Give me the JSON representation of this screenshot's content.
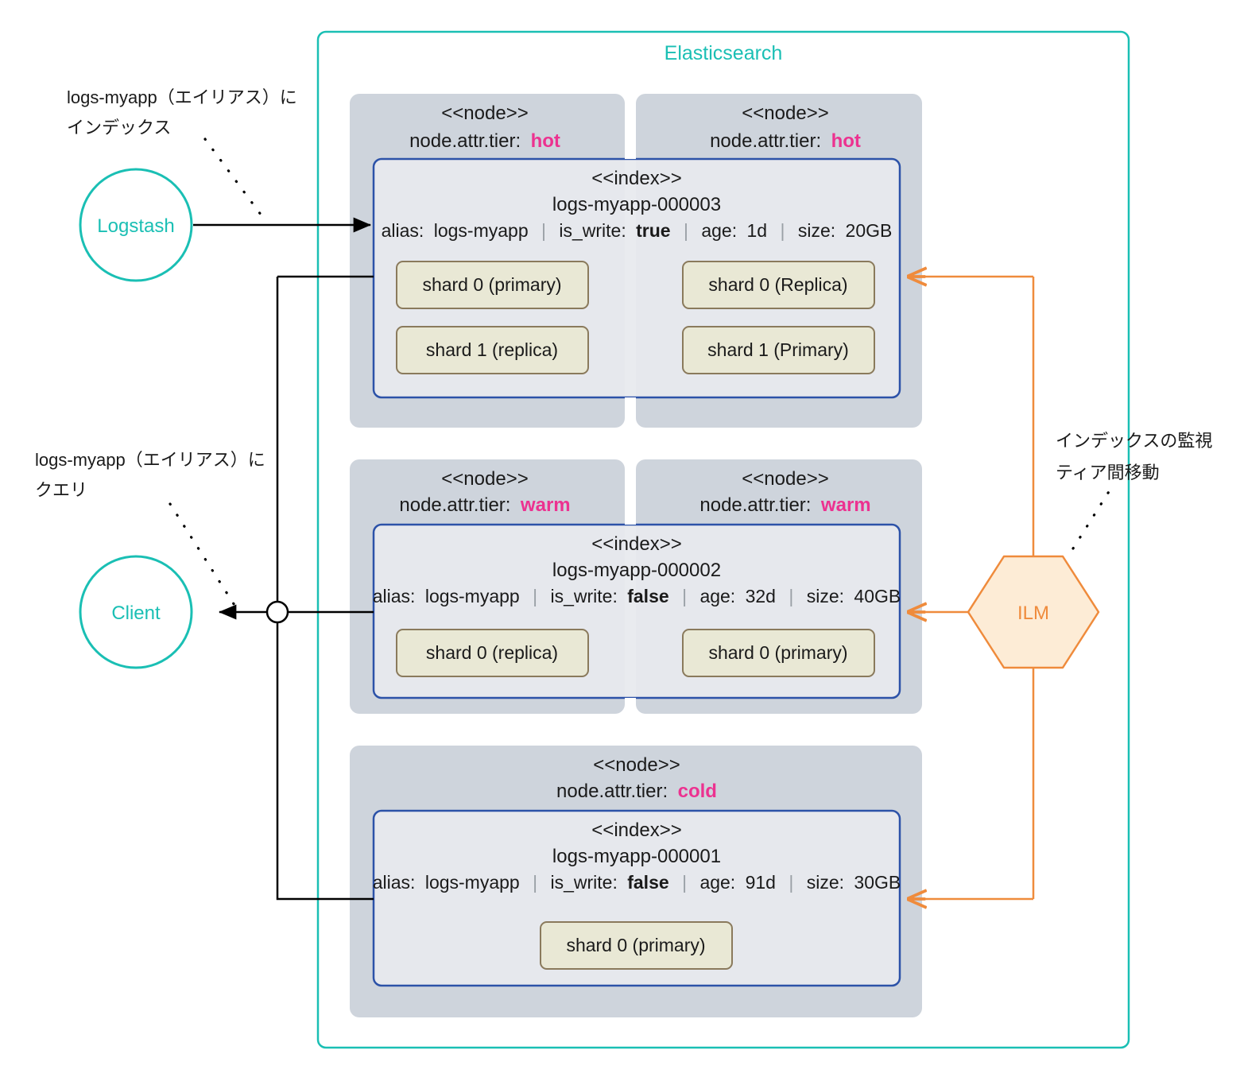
{
  "container": {
    "title": "Elasticsearch",
    "border_color": "#1abfb4"
  },
  "colors": {
    "accent_teal": "#1abfb4",
    "tier_pink": "#ec3290",
    "node_fill": "#ced4dc",
    "index_fill": "#e7eaee",
    "index_border": "#2c52a8",
    "shard_fill": "#e9e8d5",
    "shard_border": "#8a7a5c",
    "ilm_orange": "#ef8b3c",
    "ilm_fill": "#fdecd6",
    "line_black": "#000000"
  },
  "actors": [
    {
      "name": "logstash",
      "label": "Logstash",
      "note_line1": "logs-myapp（エイリアス）に",
      "note_line2": "インデックス"
    },
    {
      "name": "client",
      "label": "Client",
      "note_line1": "logs-myapp（エイリアス）に",
      "note_line2": "クエリ"
    }
  ],
  "ilm": {
    "label": "ILM",
    "note_line1": "インデックスの監視",
    "note_line2": "ティア間移動"
  },
  "tiers": [
    {
      "id": "hot",
      "nodes": [
        {
          "stereotype": "<<node>>",
          "attr_key": "node.attr.tier:",
          "attr_value": "hot"
        },
        {
          "stereotype": "<<node>>",
          "attr_key": "node.attr.tier:",
          "attr_value": "hot"
        }
      ],
      "index": {
        "stereotype": "<<index>>",
        "name": "logs-myapp-000003",
        "meta": {
          "alias_key": "alias:",
          "alias_value": "logs-myapp",
          "is_write_key": "is_write:",
          "is_write_value": "true",
          "age_key": "age:",
          "age_value": "1d",
          "size_key": "size:",
          "size_value": "20GB"
        },
        "shards_left": [
          "shard 0 (primary)",
          "shard 1 (replica)"
        ],
        "shards_right": [
          "shard 0 (Replica)",
          "shard 1 (Primary)"
        ]
      }
    },
    {
      "id": "warm",
      "nodes": [
        {
          "stereotype": "<<node>>",
          "attr_key": "node.attr.tier:",
          "attr_value": "warm"
        },
        {
          "stereotype": "<<node>>",
          "attr_key": "node.attr.tier:",
          "attr_value": "warm"
        }
      ],
      "index": {
        "stereotype": "<<index>>",
        "name": "logs-myapp-000002",
        "meta": {
          "alias_key": "alias:",
          "alias_value": "logs-myapp",
          "is_write_key": "is_write:",
          "is_write_value": "false",
          "age_key": "age:",
          "age_value": "32d",
          "size_key": "size:",
          "size_value": "40GB"
        },
        "shards_left": [
          "shard 0 (replica)"
        ],
        "shards_right": [
          "shard 0 (primary)"
        ]
      }
    },
    {
      "id": "cold",
      "nodes": [
        {
          "stereotype": "<<node>>",
          "attr_key": "node.attr.tier:",
          "attr_value": "cold"
        }
      ],
      "index": {
        "stereotype": "<<index>>",
        "name": "logs-myapp-000001",
        "meta": {
          "alias_key": "alias:",
          "alias_value": "logs-myapp",
          "is_write_key": "is_write:",
          "is_write_value": "false",
          "age_key": "age:",
          "age_value": "91d",
          "size_key": "size:",
          "size_value": "30GB"
        },
        "shards_center": [
          "shard 0 (primary)"
        ]
      }
    }
  ]
}
